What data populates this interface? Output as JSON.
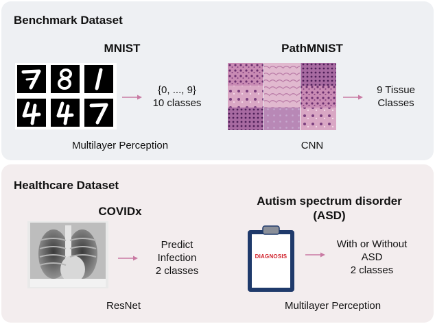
{
  "benchmark": {
    "title": "Benchmark Dataset",
    "mnist": {
      "name": "MNIST",
      "digits": [
        "7",
        "8",
        "1",
        "4",
        "4",
        "7"
      ],
      "output_line1": "{0, ..., 9}",
      "output_line2": "10 classes",
      "model": "Multilayer Perception"
    },
    "pathmnist": {
      "name": "PathMNIST",
      "output_line1": "9 Tissue",
      "output_line2": "Classes",
      "model": "CNN"
    }
  },
  "healthcare": {
    "title": "Healthcare Dataset",
    "covidx": {
      "name": "COVIDx",
      "output_line1": "Predict",
      "output_line2": "Infection",
      "output_line3": "2 classes",
      "model": "ResNet"
    },
    "asd": {
      "name_line1": "Autism spectrum disorder",
      "name_line2": "(ASD)",
      "clipboard_text": "DIAGNOSIS",
      "output_line1": "With or Without",
      "output_line2": "ASD",
      "output_line3": "2 classes",
      "model": "Multilayer Perception"
    }
  },
  "colors": {
    "arrow": "#c97aa3",
    "bench_bg": "#eef0f3",
    "health_bg": "#f3edee",
    "diagnosis_red": "#d0202a",
    "clipboard_blue": "#1f3a6b"
  }
}
